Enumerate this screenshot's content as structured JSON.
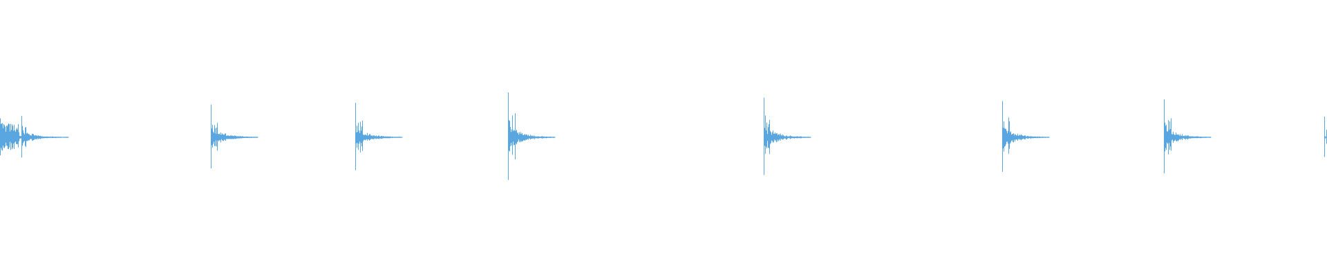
{
  "waveform": {
    "color": "#5aa6e0",
    "background": "#ffffff",
    "transients": [
      {
        "time": 0.0,
        "peak": 0.55,
        "cluster": true
      },
      {
        "time": 0.016,
        "peak": 0.62
      },
      {
        "time": 0.159,
        "peak": 0.95
      },
      {
        "time": 0.268,
        "peak": 1.0
      },
      {
        "time": 0.383,
        "peak": 1.3
      },
      {
        "time": 0.576,
        "peak": 1.15
      },
      {
        "time": 0.756,
        "peak": 1.05
      },
      {
        "time": 0.878,
        "peak": 1.1
      },
      {
        "time": 0.999,
        "peak": 0.6
      }
    ]
  }
}
